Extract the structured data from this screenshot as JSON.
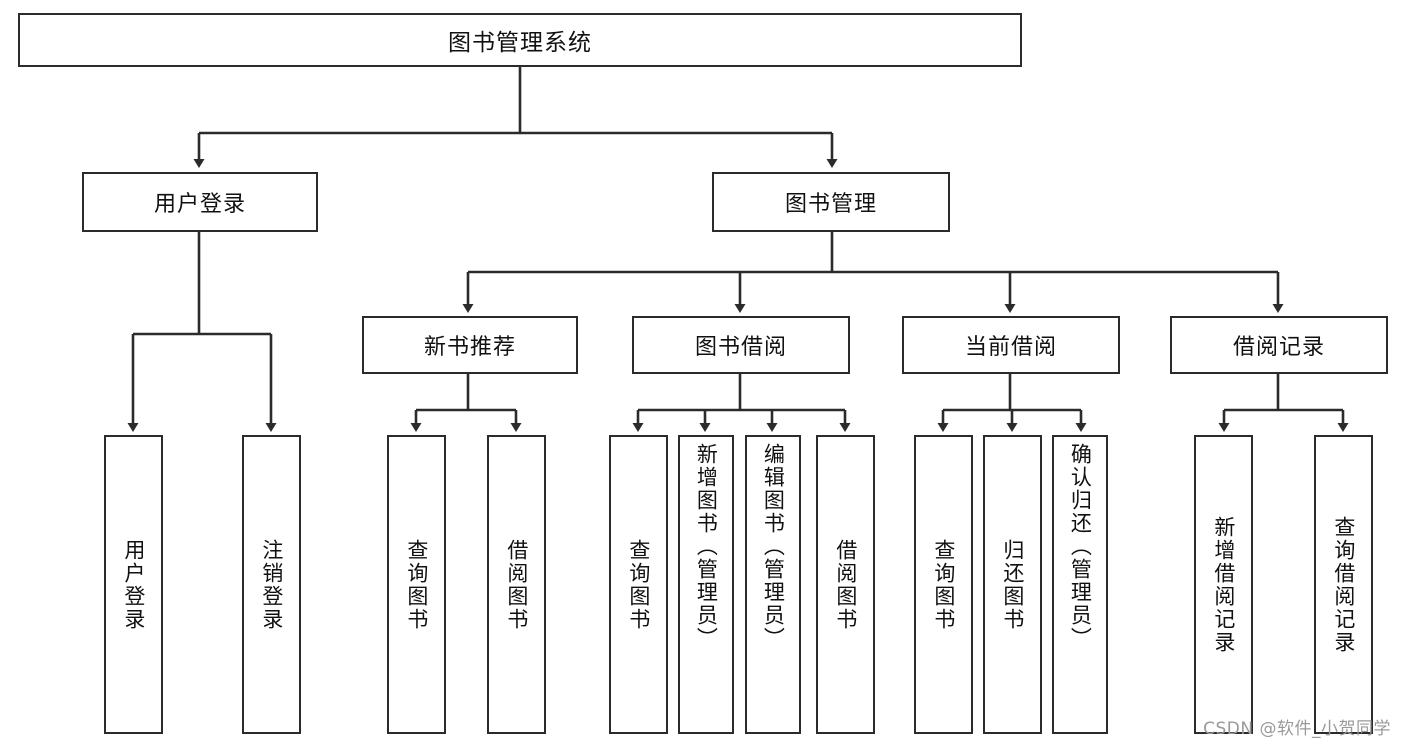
{
  "diagram": {
    "title": "图书管理系统",
    "type": "tree-hierarchy",
    "watermark": "CSDN @软件_小贺同学",
    "colors": {
      "stroke": "#2b2b2b",
      "fill": "#ffffff",
      "text": "#111111",
      "watermark": "#9a9a9a"
    },
    "root": {
      "label": "图书管理系统"
    },
    "level1": [
      {
        "label": "用户登录"
      },
      {
        "label": "图书管理"
      }
    ],
    "level2": [
      {
        "label": "新书推荐"
      },
      {
        "label": "图书借阅"
      },
      {
        "label": "当前借阅"
      },
      {
        "label": "借阅记录"
      }
    ],
    "leaves": {
      "user_login": [
        {
          "label": "用户登录"
        },
        {
          "label": "注销登录"
        }
      ],
      "new_book_recommend": [
        {
          "label": "查询图书"
        },
        {
          "label": "借阅图书"
        }
      ],
      "book_borrow": [
        {
          "label": "查询图书"
        },
        {
          "label": "新增图书（管理员）"
        },
        {
          "label": "编辑图书（管理员）"
        },
        {
          "label": "借阅图书"
        }
      ],
      "current_borrow": [
        {
          "label": "查询图书"
        },
        {
          "label": "归还图书"
        },
        {
          "label": "确认归还（管理员）"
        }
      ],
      "borrow_record": [
        {
          "label": "新增借阅记录"
        },
        {
          "label": "查询借阅记录"
        }
      ]
    }
  }
}
